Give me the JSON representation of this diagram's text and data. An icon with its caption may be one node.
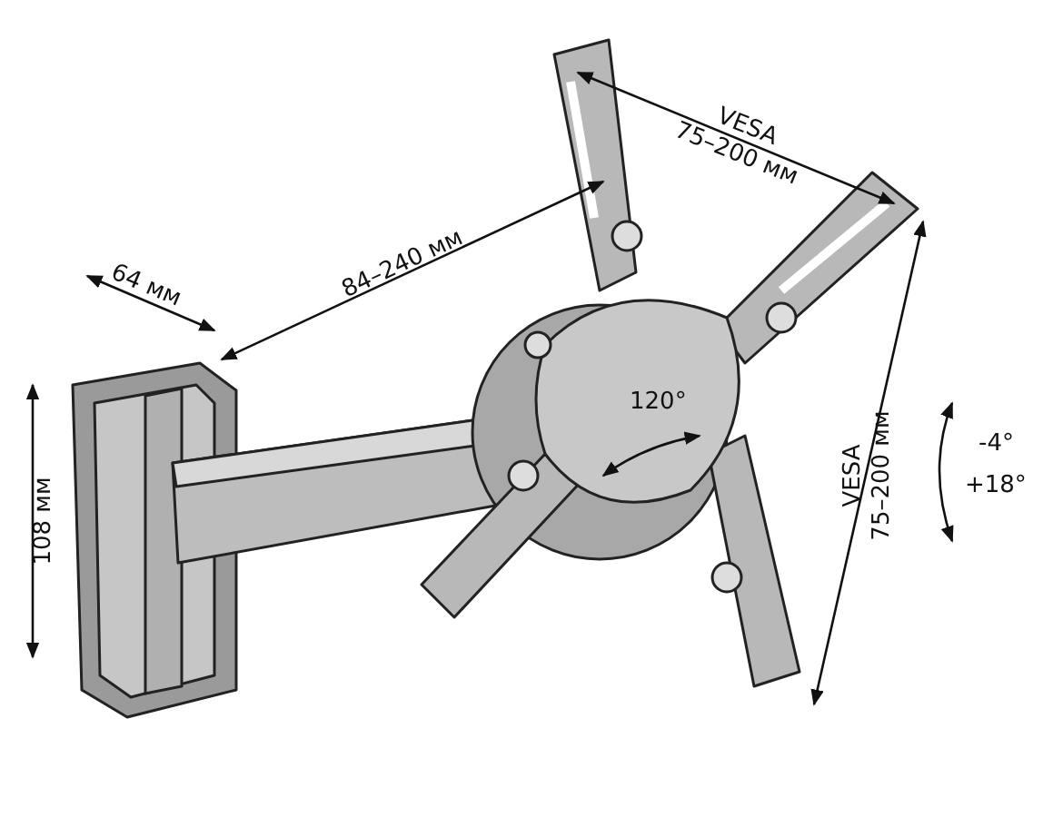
{
  "diagram": {
    "labels": [
      "64 мм",
      "84–240 мм",
      "VESA 75–200 мм",
      "120°",
      "VESA 75–200 мм",
      "-4°",
      "+18°",
      "108 мм"
    ]
  }
}
